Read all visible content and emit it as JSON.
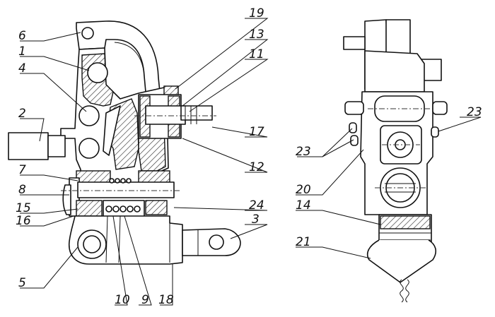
{
  "callouts": [
    {
      "id": "6",
      "label": "6"
    },
    {
      "id": "1",
      "label": "1"
    },
    {
      "id": "4",
      "label": "4"
    },
    {
      "id": "2",
      "label": "2"
    },
    {
      "id": "7",
      "label": "7"
    },
    {
      "id": "8",
      "label": "8"
    },
    {
      "id": "15",
      "label": "15"
    },
    {
      "id": "16",
      "label": "16"
    },
    {
      "id": "5",
      "label": "5"
    },
    {
      "id": "10",
      "label": "10"
    },
    {
      "id": "9",
      "label": "9"
    },
    {
      "id": "18",
      "label": "18"
    },
    {
      "id": "3",
      "label": "3"
    },
    {
      "id": "24",
      "label": "24"
    },
    {
      "id": "12",
      "label": "12"
    },
    {
      "id": "17",
      "label": "17"
    },
    {
      "id": "11",
      "label": "11"
    },
    {
      "id": "13",
      "label": "13"
    },
    {
      "id": "19",
      "label": "19"
    },
    {
      "id": "23a",
      "label": "23"
    },
    {
      "id": "23b",
      "label": "23"
    },
    {
      "id": "20",
      "label": "20"
    },
    {
      "id": "14",
      "label": "14"
    },
    {
      "id": "21",
      "label": "21"
    }
  ]
}
